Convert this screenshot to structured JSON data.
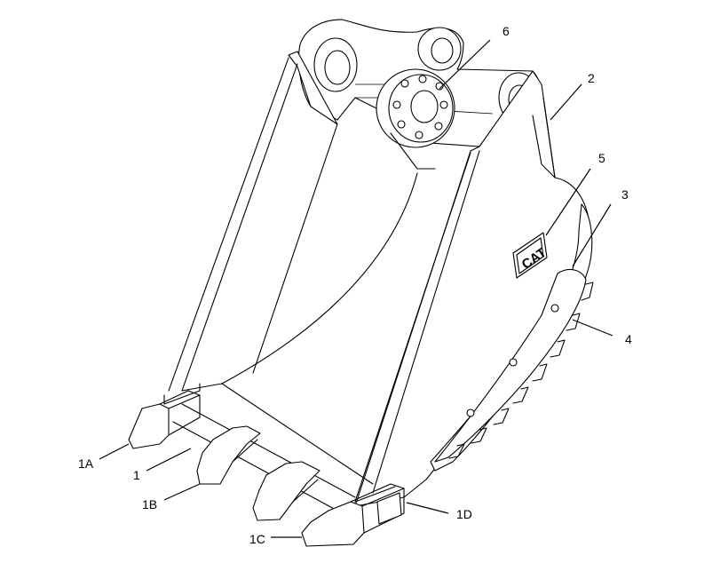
{
  "diagram": {
    "logo_text": "CAT",
    "callouts": [
      {
        "id": "6",
        "text": "6"
      },
      {
        "id": "2",
        "text": "2"
      },
      {
        "id": "5",
        "text": "5"
      },
      {
        "id": "3",
        "text": "3"
      },
      {
        "id": "4",
        "text": "4"
      },
      {
        "id": "1A",
        "text": "1A"
      },
      {
        "id": "1",
        "text": "1"
      },
      {
        "id": "1B",
        "text": "1B"
      },
      {
        "id": "1C",
        "text": "1C"
      },
      {
        "id": "1D",
        "text": "1D"
      }
    ]
  }
}
